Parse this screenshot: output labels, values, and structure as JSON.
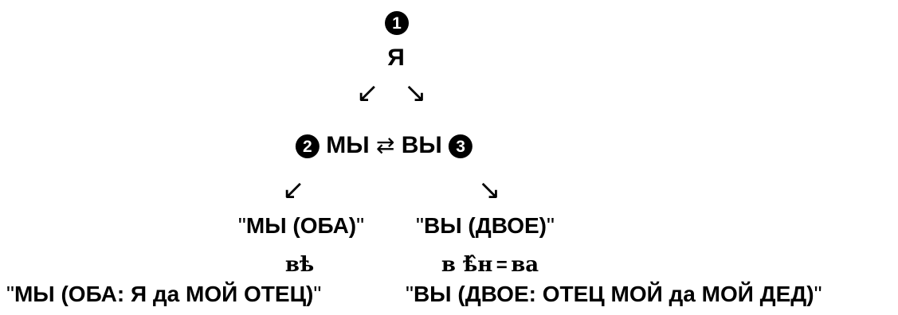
{
  "level1": {
    "badge": "1",
    "pronoun": "Я"
  },
  "arrows_top": {
    "left": "↙",
    "right": "↘"
  },
  "level2": {
    "left_badge": "2",
    "left_pronoun": "МЫ",
    "exchange": "⇄",
    "right_pronoun": "ВЫ",
    "right_badge": "3"
  },
  "arrows_bottom": {
    "left": "↙",
    "right": "↘"
  },
  "level3": {
    "left": {
      "q_open": "\"",
      "bold": "МЫ",
      "rest": " (ОБА)",
      "q_close": "\""
    },
    "right": {
      "q_open": "\"",
      "bold": "ВЫ",
      "rest": " (ДВОЕ)",
      "q_close": "\""
    }
  },
  "level4": {
    "left_form": "вѣ",
    "right_form": "в ѣ̂н",
    "equals": "=",
    "right_form2": "ва"
  },
  "level5": {
    "left": {
      "q_open": "\"",
      "bold": "МЫ",
      "rest": " (ОБА: Я да МОЙ ОТЕЦ)",
      "q_close": "\""
    },
    "right": {
      "q_open": "\"",
      "bold": "ВЫ",
      "rest": " (ДВОЕ: ОТЕЦ МОЙ да МОЙ ДЕД)",
      "q_close": "\""
    }
  }
}
